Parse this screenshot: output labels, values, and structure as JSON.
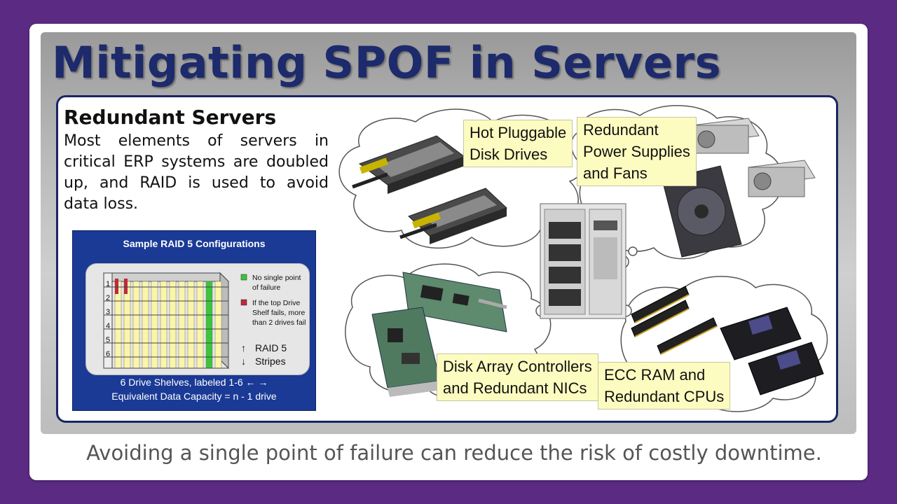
{
  "slide": {
    "title": "Mitigating SPOF in Servers",
    "footer": "Avoiding a single point of failure can reduce the risk of costly downtime."
  },
  "content": {
    "heading": "Redundant Servers",
    "body": "Most elements of servers in critical ERP systems are doubled up, and RAID is used to avoid data loss."
  },
  "raid": {
    "title": "Sample RAID 5 Configurations",
    "shelf_labels": [
      "1",
      "2",
      "3",
      "4",
      "5",
      "6"
    ],
    "legend": {
      "green": [
        "No single point",
        "of failure"
      ],
      "red": [
        "If the top Drive",
        "Shelf fails, more",
        "than 2 drives fail"
      ],
      "stripes": [
        "RAID 5",
        "Stripes"
      ]
    },
    "caption_line1": "6 Drive Shelves, labeled 1-6 ← →",
    "caption_line2": "Equivalent Data Capacity = n - 1 drive",
    "colors": {
      "background": "#1a3a96",
      "green": "#3cc43c",
      "red": "#c0283a",
      "disk": "#fbf5a8"
    }
  },
  "callouts": {
    "hot_plug": [
      "Hot Pluggable",
      "Disk Drives"
    ],
    "power": [
      "Redundant",
      "Power Supplies",
      "and Fans"
    ],
    "controllers": [
      "Disk Array Controllers",
      "and Redundant NICs"
    ],
    "ram_cpu": [
      "ECC RAM and",
      "Redundant CPUs"
    ]
  },
  "colors": {
    "frame": "#5b2a82",
    "title": "#1d2a6b",
    "panel_border": "#1a2466",
    "callout": "#fdfcc0"
  }
}
